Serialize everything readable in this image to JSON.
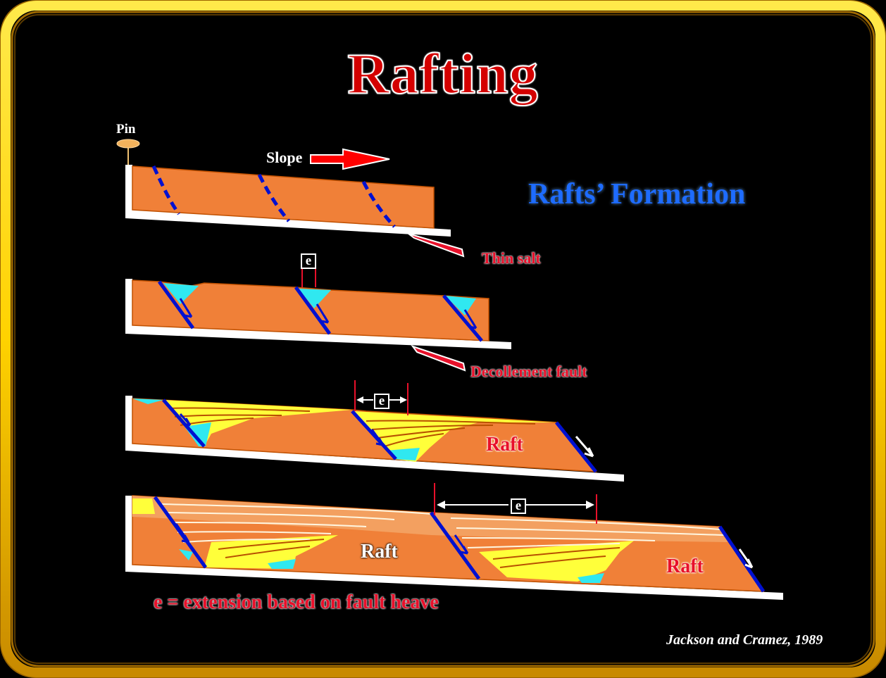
{
  "title": "Rafting",
  "subtitle": "Rafts’ Formation",
  "labels": {
    "pin": "Pin",
    "slope": "Slope",
    "thin_salt": "Thin salt",
    "decollement": "Decollement fault",
    "raft": "Raft",
    "extension_symbol": "e"
  },
  "legend": "e = extension based on fault heave",
  "citation": "Jackson and Cramez, 1989",
  "colors": {
    "background": "#000000",
    "frame_outer": "#b07800",
    "frame_inner": "#ffe000",
    "title": "#d40000",
    "subtitle": "#1e6cff",
    "sediment": "#f08038",
    "growth_strata": "#ffff00",
    "salt": "#30e8f0",
    "fault": "#0010d0",
    "label_red": "#e8102a"
  }
}
